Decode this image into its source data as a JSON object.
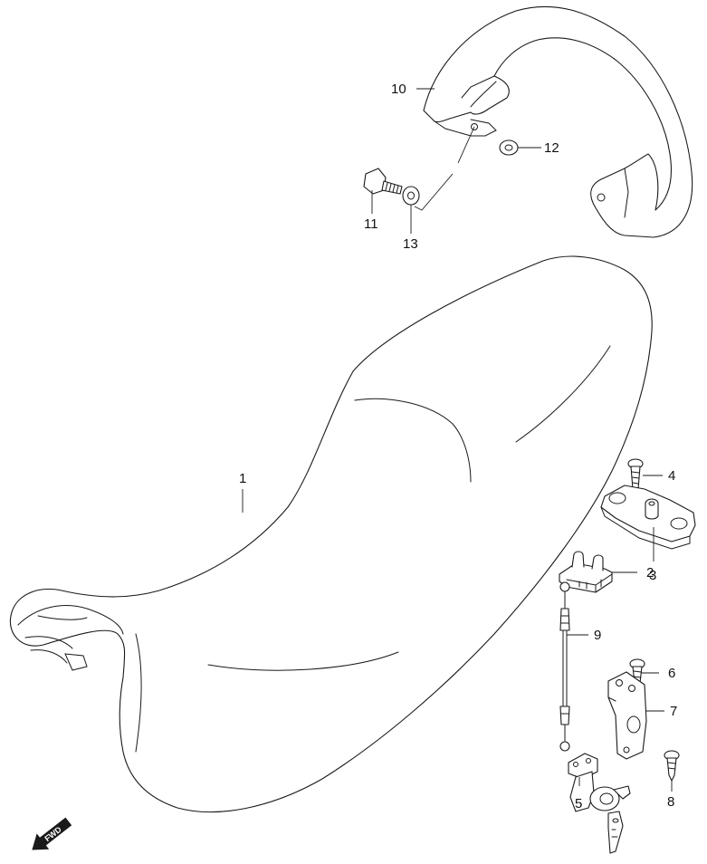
{
  "diagram": {
    "labels": {
      "p1": "1",
      "p2": "2",
      "p3": "3",
      "p4": "4",
      "p5": "5",
      "p6": "6",
      "p7": "7",
      "p8": "8",
      "p9": "9",
      "p10": "10",
      "p11": "11",
      "p12": "12",
      "p13": "13"
    },
    "fwd_label": "FWD"
  }
}
